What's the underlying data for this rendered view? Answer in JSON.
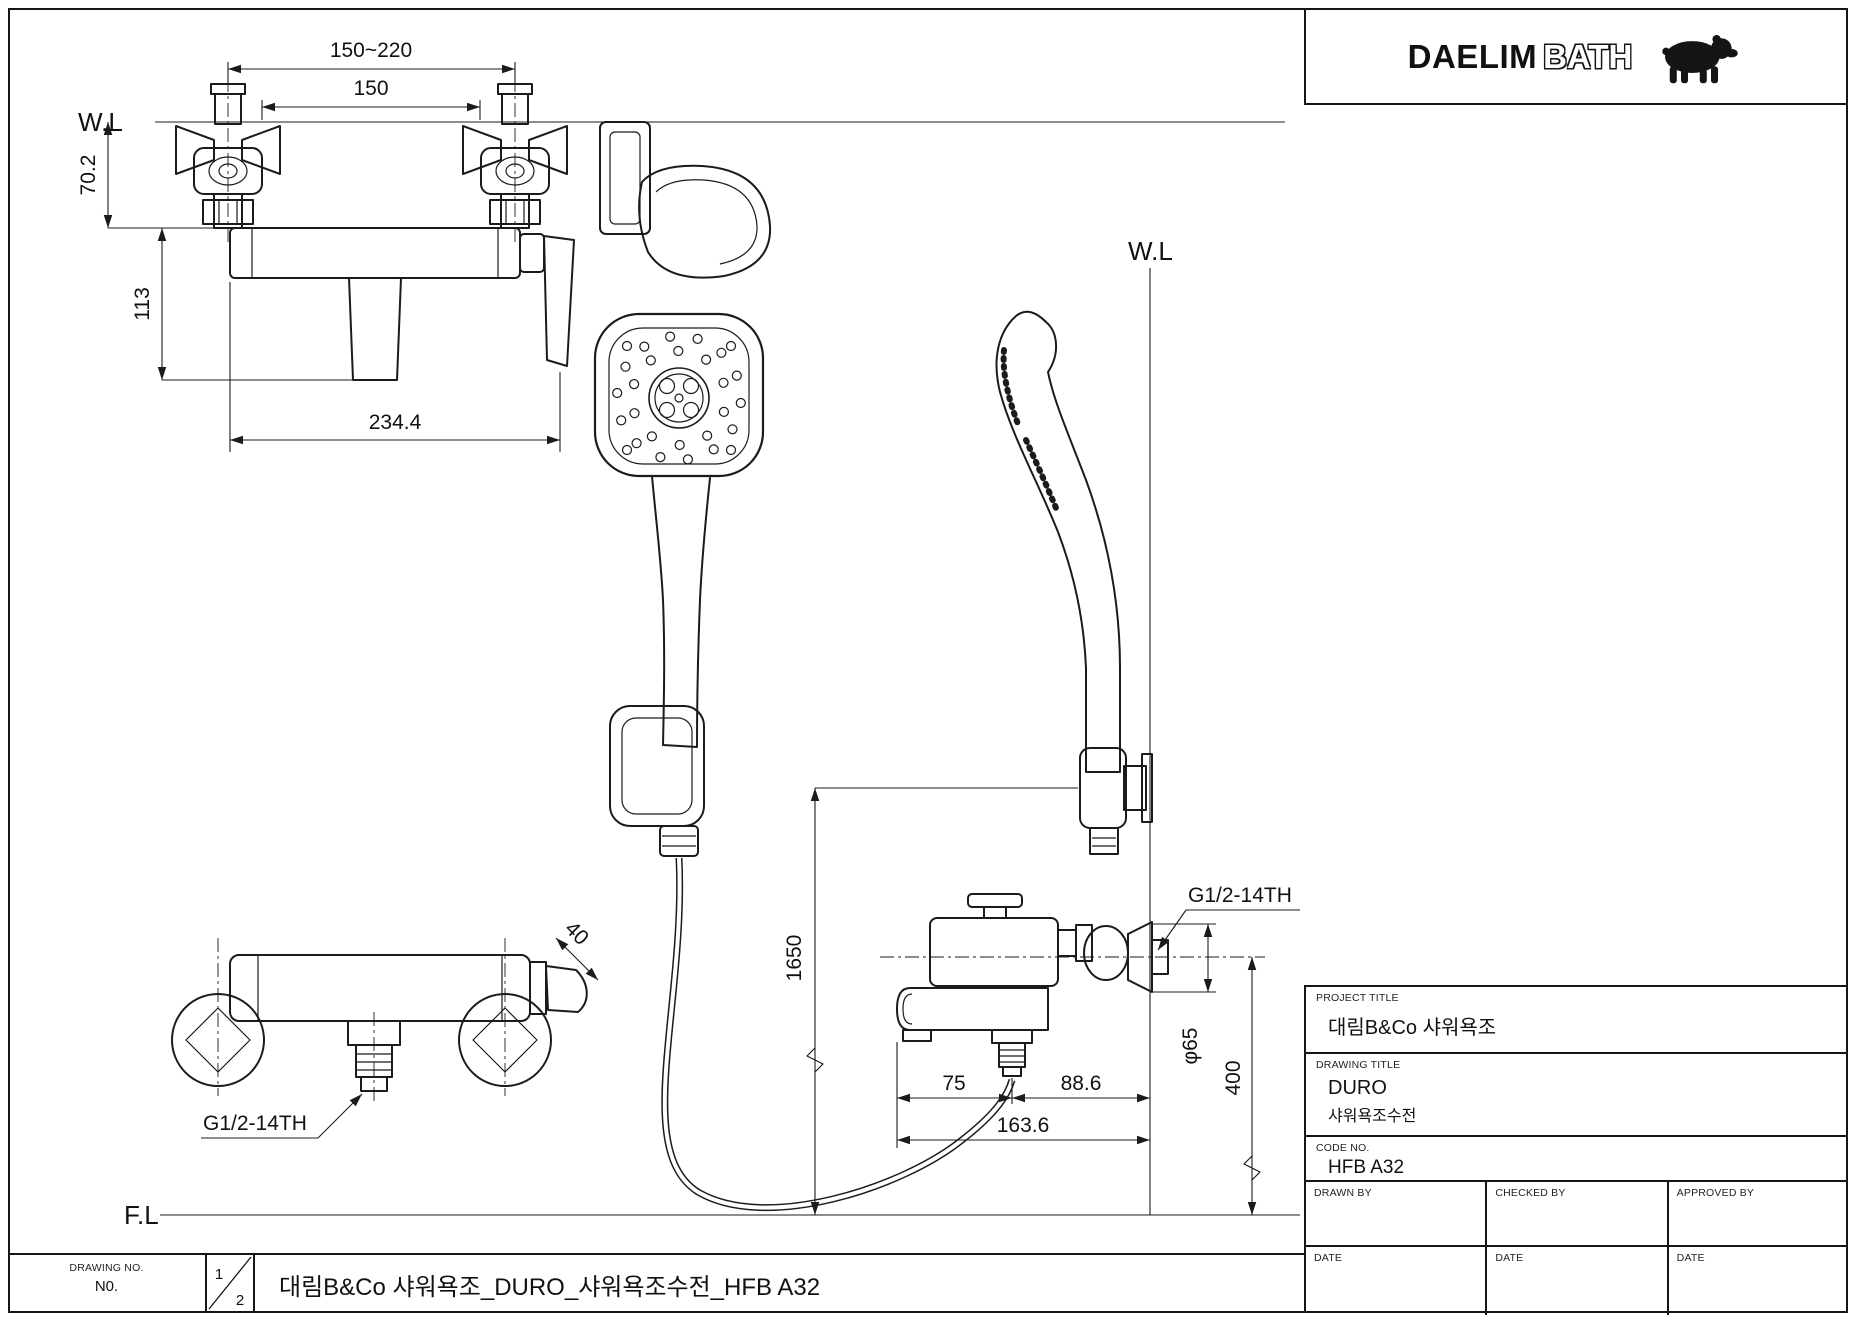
{
  "logo": {
    "brand_bold": "DAELIM",
    "brand_light": "BATH",
    "bear_icon": "polar-bear"
  },
  "drawing": {
    "wall_line_label_top": "W.L",
    "wall_line_label_side": "W.L",
    "floor_line_label": "F.L",
    "dims": {
      "pitch_range": "150~220",
      "pitch": "150",
      "wl_to_body": "70.2",
      "body_to_spout_tip": "113",
      "body_width": "234.4",
      "handle_width": "40",
      "holder_height": "1650",
      "spout_reach": "75",
      "wall_to_outlet": "88.6",
      "total_reach": "163.6",
      "flange_dia": "φ65",
      "floor_to_outlet": "400",
      "thread_left": "G1/2-14TH",
      "thread_right": "G1/2-14TH"
    }
  },
  "title_block": {
    "project_title_label": "PROJECT TITLE",
    "project_title": "대림B&Co 샤워욕조",
    "drawing_title_label": "DRAWING TITLE",
    "drawing_title_line1": "DURO",
    "drawing_title_line2": "샤워욕조수전",
    "code_no_label": "CODE NO.",
    "code_no": "HFB A32",
    "drawn_by_label": "DRAWN BY",
    "checked_by_label": "CHECKED BY",
    "approved_by_label": "APPROVED BY",
    "date_label_1": "DATE",
    "date_label_2": "DATE",
    "date_label_3": "DATE"
  },
  "footer": {
    "drawing_no_label": "DRAWING NO.",
    "drawing_no": "N0.",
    "sheet_current": "1",
    "sheet_total": "2",
    "title": "대림B&Co 샤워욕조_DURO_샤워욕조수전_HFB A32"
  }
}
